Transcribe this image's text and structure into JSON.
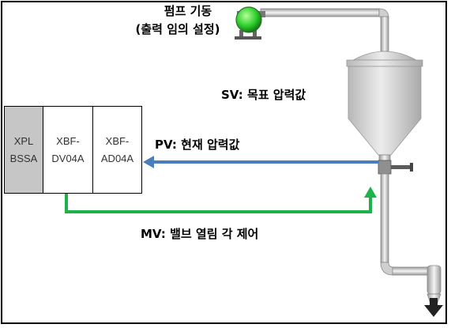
{
  "pump_label": {
    "line1": "펌프 기동",
    "line2": "(출력 임의 설정)"
  },
  "sv_label": "SV: 목표 압력값",
  "pv_label": "PV: 현재 압력값",
  "mv_label": "MV: 밸브 열림 각 제어",
  "plc_modules": [
    {
      "line1": "XPL",
      "line2": "BSSA",
      "color": "#c6c6c6"
    },
    {
      "line1": "XBF-",
      "line2": "DV04A",
      "color": "#ffffff"
    },
    {
      "line1": "XBF-",
      "line2": "AD04A",
      "color": "#ffffff"
    }
  ],
  "colors": {
    "pv_arrow": "#4a7ebb",
    "mv_arrow": "#1db34a",
    "pump": "#22cc22",
    "tank": "#d2d2d2"
  }
}
